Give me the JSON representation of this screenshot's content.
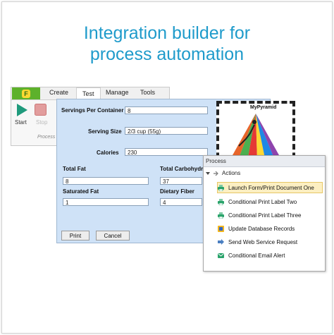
{
  "headline": {
    "line1": "Integration builder for",
    "line2": "process automation"
  },
  "ribbon": {
    "tabs": [
      "Create",
      "Test",
      "Manage",
      "Tools"
    ],
    "active_tab": "Test",
    "start_label": "Start",
    "stop_label": "Stop",
    "group_label": "Process"
  },
  "form": {
    "servings_label": "Servings Per Container",
    "servings_value": "8",
    "serving_size_label": "Serving Size",
    "serving_size_value": "2/3 cup (55g)",
    "calories_label": "Calories",
    "calories_value": "230",
    "total_fat_label": "Total Fat",
    "total_fat_value": "8",
    "total_carb_label": "Total Carbohydr",
    "total_carb_value": "37",
    "sat_fat_label": "Saturated Fat",
    "sat_fat_value": "1",
    "fiber_label": "Dietary Fiber",
    "fiber_value": "4",
    "print_label": "Print",
    "cancel_label": "Cancel",
    "pyramid_title": "MyPyramid"
  },
  "process": {
    "title": "Process",
    "root": "Actions",
    "items": [
      {
        "label": "Launch Form/Print Document One",
        "icon": "printer-icon"
      },
      {
        "label": "Conditional Print Label Two",
        "icon": "printer-icon"
      },
      {
        "label": "Conditional Print Label Three",
        "icon": "printer-icon"
      },
      {
        "label": "Update Database Records",
        "icon": "database-icon"
      },
      {
        "label": "Send Web Service Request",
        "icon": "web-service-icon"
      },
      {
        "label": "Conditional Email Alert",
        "icon": "email-icon"
      }
    ],
    "selected_index": 0
  },
  "colors": {
    "headline": "#1f9bcb",
    "form_bg": "#cfe2f7",
    "selection": "#fcefc2",
    "accent_green": "#2aa36b"
  }
}
